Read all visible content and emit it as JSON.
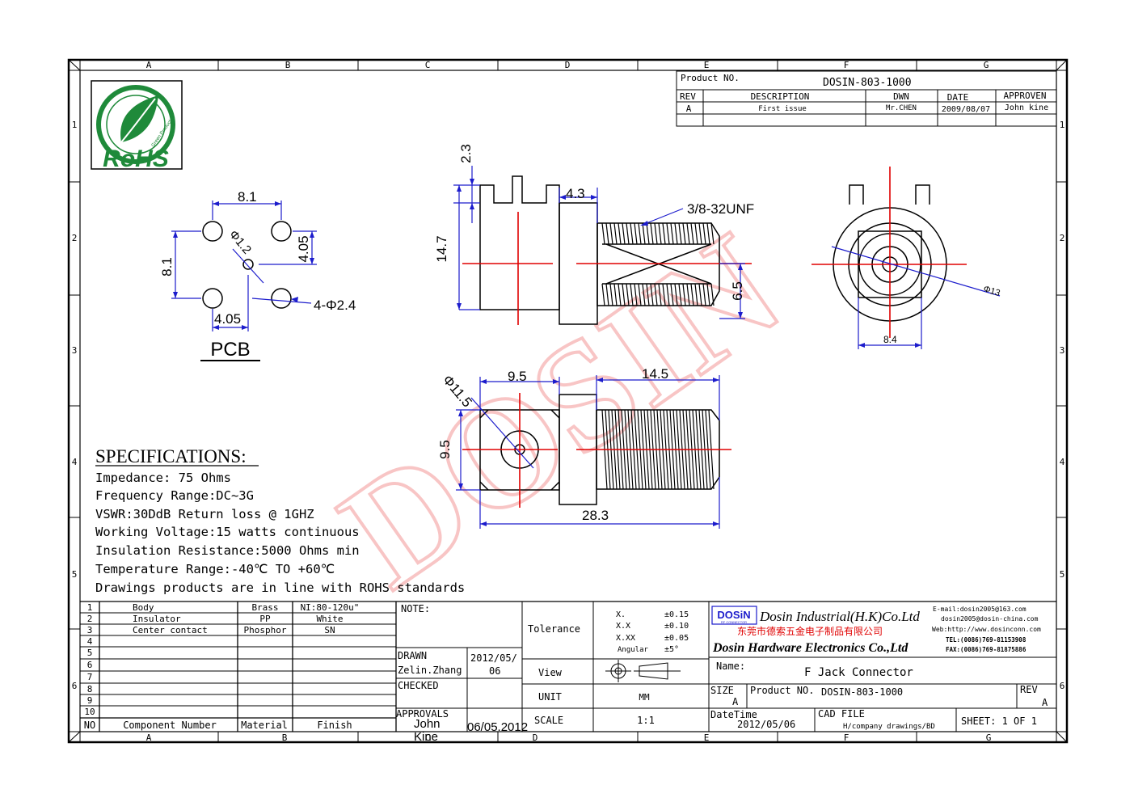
{
  "frame": {
    "columns": [
      "A",
      "B",
      "C",
      "D",
      "E",
      "F",
      "G"
    ],
    "rows": [
      "1",
      "2",
      "3",
      "4",
      "5",
      "6"
    ]
  },
  "logo": {
    "text": "RoHS",
    "ring_text": "Green Product"
  },
  "watermark": "DOSIN",
  "title_block": {
    "product_no_label": "Product NO.",
    "product_no": "DOSIN-803-1000",
    "headers": [
      "REV",
      "DESCRIPTION",
      "DWN",
      "DATE",
      "APPROVEN"
    ],
    "row": [
      "A",
      "First issue",
      "Mr.CHEN",
      "2009/08/07",
      "John kine"
    ]
  },
  "pcb": {
    "title": "PCB",
    "dims": {
      "w": "8.1",
      "h": "8.1",
      "x_off": "4.05",
      "y_off": "4.05",
      "center_hole": "Φ1.2",
      "holes": "4-Φ2.4"
    }
  },
  "side_view": {
    "d1": "2.3",
    "d2": "4.3",
    "thread": "3/8-32UNF",
    "h": "14.7",
    "h2": "6.5"
  },
  "end_view": {
    "dia": "Φ13",
    "w": "8.4"
  },
  "top_view": {
    "dia": "Φ11.5",
    "w1": "9.5",
    "w2": "14.5",
    "h": "9.5",
    "total": "28.3"
  },
  "specifications": {
    "title": "SPECIFICATIONS:",
    "lines": [
      "Impedance: 75 Ohms",
      "Frequency Range:DC~3G",
      "VSWR:30DdB Return loss @ 1GHZ",
      "Working Voltage:15 watts continuous",
      "Insulation Resistance:5000 Ohms min",
      "Temperature Range:-40℃ TO +60℃",
      "Drawings products are in line with ROHS standards"
    ]
  },
  "bom": {
    "rows": [
      {
        "no": "1",
        "component": "Body",
        "material": "Brass",
        "finish": "NI:80-120u\""
      },
      {
        "no": "2",
        "component": "Insulator",
        "material": "PP",
        "finish": "White"
      },
      {
        "no": "3",
        "component": "Center contact",
        "material": "Phosphor",
        "finish": "SN"
      },
      {
        "no": "4",
        "component": "",
        "material": "",
        "finish": ""
      },
      {
        "no": "5",
        "component": "",
        "material": "",
        "finish": ""
      },
      {
        "no": "6",
        "component": "",
        "material": "",
        "finish": ""
      },
      {
        "no": "7",
        "component": "",
        "material": "",
        "finish": ""
      },
      {
        "no": "8",
        "component": "",
        "material": "",
        "finish": ""
      },
      {
        "no": "9",
        "component": "",
        "material": "",
        "finish": ""
      },
      {
        "no": "10",
        "component": "",
        "material": "",
        "finish": ""
      }
    ],
    "header": {
      "no": "NO",
      "component": "Component Number",
      "material": "Material",
      "finish": "Finish"
    }
  },
  "block": {
    "note": "NOTE:",
    "drawn": "DRAWN",
    "drawn_name": "Zelin.Zhang",
    "drawn_date1": "2012/05/",
    "drawn_date2": "06",
    "checked": "CHECKED",
    "approvals": "APPROVALS",
    "approvals_name1": "John",
    "approvals_name2": "Kine",
    "approvals_date": "06/05.2012",
    "tolerance": "Tolerance",
    "tol": [
      [
        "X.",
        "±0.15"
      ],
      [
        "X.X",
        "±0.10"
      ],
      [
        "X.XX",
        "±0.05"
      ],
      [
        "Angular",
        "±5°"
      ]
    ],
    "view": "View",
    "unit": "UNIT",
    "unit_val": "MM",
    "scale": "SCALE",
    "scale_val": "1:1",
    "company_badge": "DOSiN",
    "company_badge_sub": "RF CONNECTOR",
    "company_en": "Dosin Industrial(H.K)Co.Ltd",
    "company_cn": "东莞市德索五金电子制品有限公司",
    "company_en2": "Dosin Hardware Electronics Co.,Ltd",
    "email1": "E-mail:dosin2005@163.com",
    "email2": "dosin2005@dosin-china.com",
    "web": "Web:http://www.dosinconn.com",
    "tel": "TEL:(0086)769-81153908",
    "fax": "FAX:(0086)769-81875886",
    "name_label": "Name:",
    "name": "F Jack Connector",
    "size_label": "SIZE",
    "size": "A",
    "product_no_label": "Product NO.",
    "product_no": "DOSIN-803-1000",
    "rev_label": "REV",
    "rev": "A",
    "datetime_label": "DateTime",
    "datetime": "2012/05/06",
    "cad_label": "CAD FILE",
    "cad_path": "H/company drawings/BD",
    "sheet": "SHEET: 1 OF 1"
  },
  "colors": {
    "dim": "#1c1ccc",
    "center": "#e00000",
    "watermark": "#f6b0b0",
    "logo": "#1f8a3a"
  }
}
